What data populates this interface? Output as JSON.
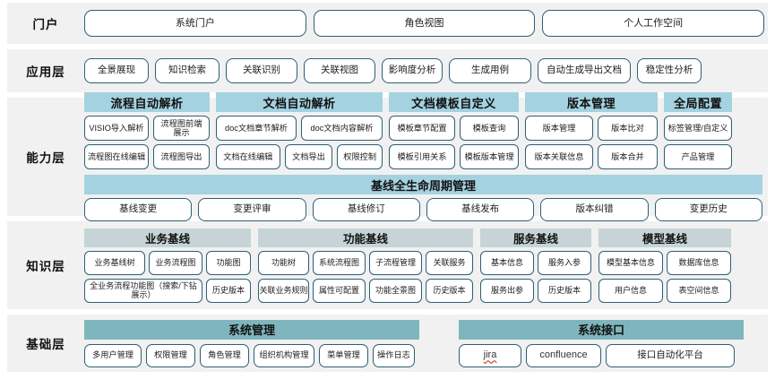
{
  "theme": {
    "row_bg": "#f1f1f1",
    "button_border": "#2e5f75",
    "capability_header_bg": "#a4d2e0",
    "knowledge_header_bg": "#c6d4d7",
    "base_header_bg": "#7fb6bd",
    "page_bg": "#ffffff"
  },
  "rows": {
    "portal": {
      "label": "门户",
      "items": [
        "系统门户",
        "角色视图",
        "个人工作空间"
      ]
    },
    "application": {
      "label": "应用层",
      "items": [
        "全景展现",
        "知识检索",
        "关联识别",
        "关联视图",
        "影响度分析",
        "生成用例",
        "自动生成导出文档",
        "稳定性分析"
      ]
    },
    "capability": {
      "label": "能力层",
      "groups": [
        {
          "title": "流程自动解析",
          "row1": [
            "VISIO导入解析",
            "流程图前端展示"
          ],
          "row2": [
            "流程图在线编辑",
            "流程图导出"
          ]
        },
        {
          "title": "文档自动解析",
          "row1": [
            "doc文档章节解析",
            "doc文档内容解析"
          ],
          "row2": [
            "文档在线编辑",
            "文档导出",
            "权限控制"
          ]
        },
        {
          "title": "文档模板自定义",
          "row1": [
            "模板章节配置",
            "模板查询"
          ],
          "row2": [
            "模板引用关系",
            "模板版本管理"
          ]
        },
        {
          "title": "版本管理",
          "row1": [
            "版本管理",
            "版本比对"
          ],
          "row2": [
            "版本关联信息",
            "版本合并"
          ]
        },
        {
          "title": "全局配置",
          "row1": [
            "标签管理/自定义"
          ],
          "row2": [
            "产品管理"
          ]
        }
      ],
      "lifecycle": {
        "title": "基线全生命周期管理",
        "items": [
          "基线变更",
          "变更评审",
          "基线修订",
          "基线发布",
          "版本纠错",
          "变更历史"
        ]
      }
    },
    "knowledge": {
      "label": "知识层",
      "groups": [
        {
          "title": "业务基线",
          "row1": [
            "业务基线树",
            "业务流程图",
            "功能图"
          ],
          "row2": [
            "全业务流程功能图（搜索/下钻展示）",
            "历史版本"
          ]
        },
        {
          "title": "功能基线",
          "row1": [
            "功能树",
            "系统流程图",
            "子流程管理",
            "关联服务"
          ],
          "row2": [
            "关联业务规则",
            "属性可配置",
            "功能全景图",
            "历史版本"
          ]
        },
        {
          "title": "服务基线",
          "row1": [
            "基本信息",
            "服务入参"
          ],
          "row2": [
            "服务出参",
            "历史版本"
          ]
        },
        {
          "title": "模型基线",
          "row1": [
            "模型基本信息",
            "数据库信息"
          ],
          "row2": [
            "用户信息",
            "表空间信息"
          ]
        }
      ]
    },
    "base": {
      "label": "基础层",
      "groups": [
        {
          "title": "系统管理",
          "items": [
            "多用户管理",
            "权限管理",
            "角色管理",
            "组织机构管理",
            "菜单管理",
            "操作日志"
          ]
        },
        {
          "title": "系统接口",
          "items": [
            "jira",
            "confluence",
            "接口自动化平台"
          ]
        }
      ]
    }
  }
}
